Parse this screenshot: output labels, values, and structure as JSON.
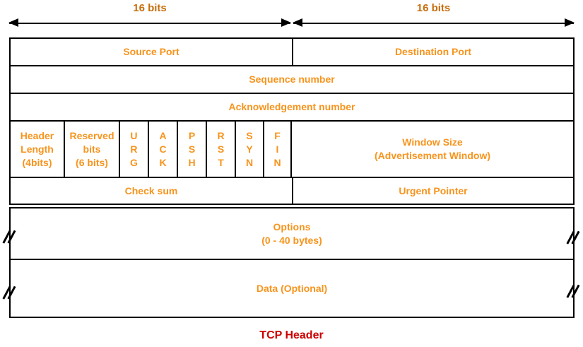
{
  "diagram": {
    "title": "TCP Header",
    "bit_rulers": {
      "left": "16 bits",
      "right": "16 bits"
    },
    "fields": {
      "source_port": "Source Port",
      "destination_port": "Destination Port",
      "sequence_number": "Sequence number",
      "acknowledgement_number": "Acknowledgement number",
      "header_length": "Header\nLength\n(4bits)",
      "reserved_bits": "Reserved\nbits\n(6 bits)",
      "flags": [
        {
          "name": "URG",
          "display": "U\nR\nG"
        },
        {
          "name": "ACK",
          "display": "A\nC\nK"
        },
        {
          "name": "PSH",
          "display": "P\nS\nH"
        },
        {
          "name": "RST",
          "display": "R\nS\nT"
        },
        {
          "name": "SYN",
          "display": "S\nY\nN"
        },
        {
          "name": "FIN",
          "display": "F\nI\nN"
        }
      ],
      "window_size": "Window Size\n(Advertisement Window)",
      "checksum": "Check sum",
      "urgent_pointer": "Urgent Pointer",
      "options": "Options\n(0 - 40 bytes)",
      "data": "Data (Optional)"
    },
    "colors": {
      "field_text": "#F7941D",
      "ruler_text": "#C76E0E",
      "title_text": "#CC0000",
      "border": "#000000",
      "background": "#FFFFFF"
    }
  }
}
